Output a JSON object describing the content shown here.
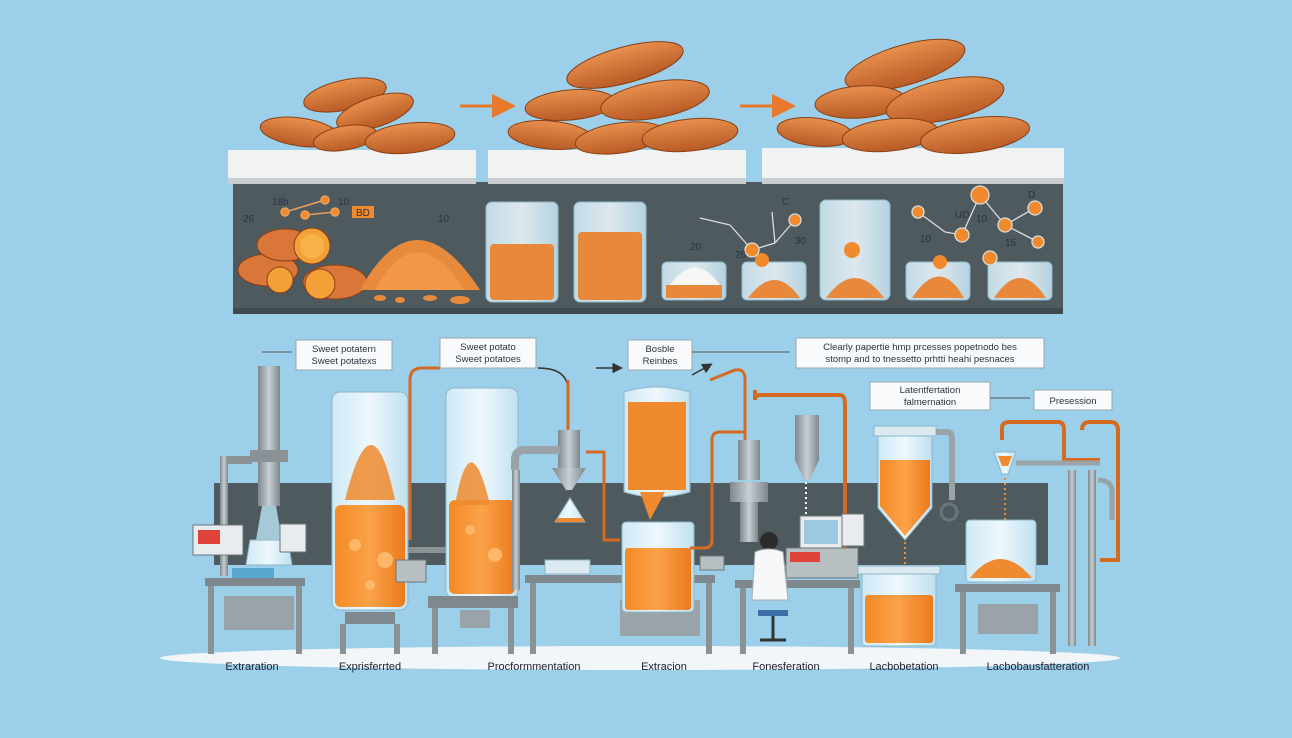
{
  "colors": {
    "background": "#9ccfe9",
    "panel": "#4e5a5e",
    "orange": "#f08a2c",
    "potato": "#d9763a",
    "glass": "#d6ecf7",
    "steel": "#9aa3a8",
    "arrow": "#e8782a"
  },
  "top_panel": {
    "labels": [
      "18h",
      "10",
      "26",
      "BD",
      "10",
      "20",
      "C",
      "26",
      "30",
      "UD",
      "D",
      "10",
      "10",
      "15"
    ]
  },
  "callouts": {
    "c1": {
      "line1": "Sweet potatern",
      "line2": "Sweet potatexs"
    },
    "c2": {
      "line1": "Sweet potato",
      "line2": "Sweet potatoes"
    },
    "c3": {
      "line1": "Bosble",
      "line2": "Reinbes"
    },
    "c4": {
      "line1": "Clearly papertie hmp prcesses popetnodo bes",
      "line2": "stomp and to tnessetto prhtti heahi pesnaces"
    },
    "c5": {
      "line1": "Latentfertation",
      "line2": "falmernation"
    },
    "c6": {
      "line1": "Presession"
    }
  },
  "stages": [
    "Extraration",
    "Exprisferrted",
    "Procformmentation",
    "Extracion",
    "Fonesferation",
    "Lacbobetation",
    "Lacbobausfatteration"
  ]
}
